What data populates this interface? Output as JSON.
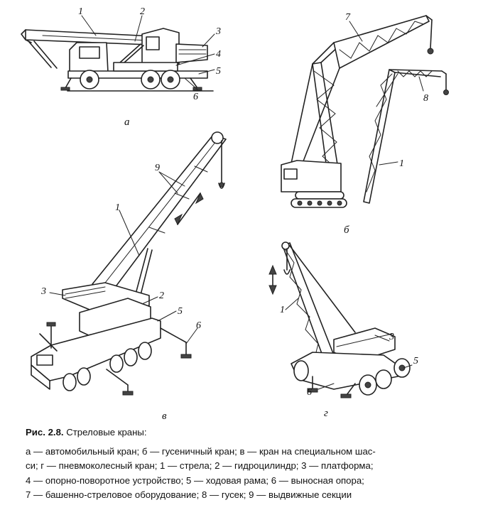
{
  "diagram": {
    "labels": {
      "auto": [
        "1",
        "2",
        "3",
        "4",
        "5",
        "6"
      ],
      "crawler": [
        "7",
        "8",
        "1"
      ],
      "special": [
        "9",
        "1",
        "3",
        "2",
        "5",
        "6"
      ],
      "pneumatic": [
        "1",
        "3",
        "5",
        "6"
      ]
    },
    "subfigures": {
      "a": "а",
      "b": "б",
      "v": "в",
      "g": "г"
    }
  },
  "caption": {
    "title": "Рис. 2.8.",
    "subtitle": "Стреловые краны:",
    "line1": "а — автомобильный кран; б — гусеничный кран; в — кран на специальном шас-",
    "line2": "си; г — пневмоколесный кран; 1 — стрела; 2 — гидроцилиндр; 3 — платформа;",
    "line3": "4 — опорно-поворотное устройство; 5 — ходовая рама; 6 — выносная опора;",
    "line4": "7 — башенно-стреловое оборудование; 8 — гусек; 9 — выдвижные секции"
  }
}
